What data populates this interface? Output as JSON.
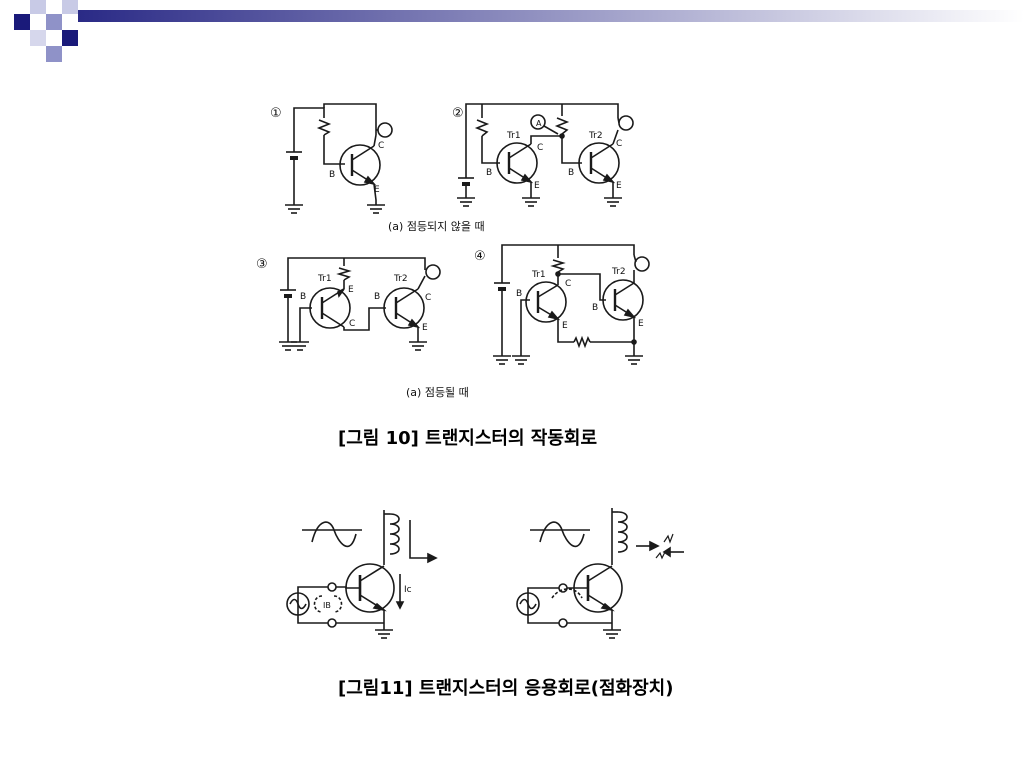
{
  "figure10": {
    "panels": [
      {
        "num": "①",
        "labels": {
          "b": "B",
          "c": "C",
          "e": "E"
        }
      },
      {
        "num": "②",
        "labels": {
          "tr1": "Tr1",
          "tr2": "Tr2",
          "a": "A",
          "c": "C",
          "b": "B",
          "e": "E"
        }
      },
      {
        "num": "③",
        "labels": {
          "tr1": "Tr1",
          "tr2": "Tr2",
          "b": "B",
          "c": "C",
          "e": "E"
        }
      },
      {
        "num": "④",
        "labels": {
          "tr1": "Tr1",
          "tr2": "Tr2",
          "b": "B",
          "c": "C",
          "e": "E"
        }
      }
    ],
    "subcaption_off": "(a) 점등되지 않을 때",
    "subcaption_on": "(a) 점등될 때",
    "caption": "[그림 10] 트랜지스터의 작동회로"
  },
  "figure11": {
    "labels": {
      "ic": "Ic",
      "ib": "IB"
    },
    "caption": "[그림11] 트랜지스터의 응용회로(점화장치)"
  },
  "colors": {
    "square_dark": "#1a1a7a",
    "square_light": "#8f92c8",
    "gradient_start": "#1a1a7a",
    "gradient_end": "#ffffff",
    "line": "#1a1a1a"
  }
}
